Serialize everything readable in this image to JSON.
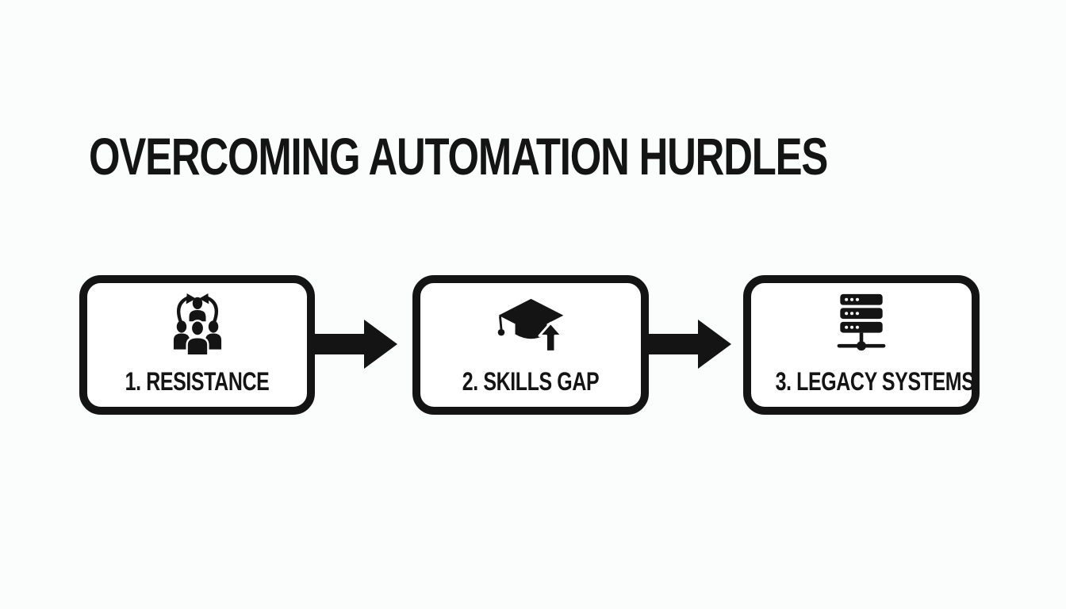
{
  "title": "OVERCOMING AUTOMATION HURDLES",
  "flow": {
    "steps": [
      {
        "label": "1. RESISTANCE",
        "icon": "team-change-icon"
      },
      {
        "label": "2. SKILLS GAP",
        "icon": "graduation-cap-icon"
      },
      {
        "label": "3. LEGACY SYSTEMS",
        "icon": "server-network-icon"
      }
    ],
    "connector_icon": "arrow-right-icon"
  },
  "colors": {
    "background": "#fbfcfc",
    "box_fill": "#ffffff",
    "ink": "#141414"
  }
}
